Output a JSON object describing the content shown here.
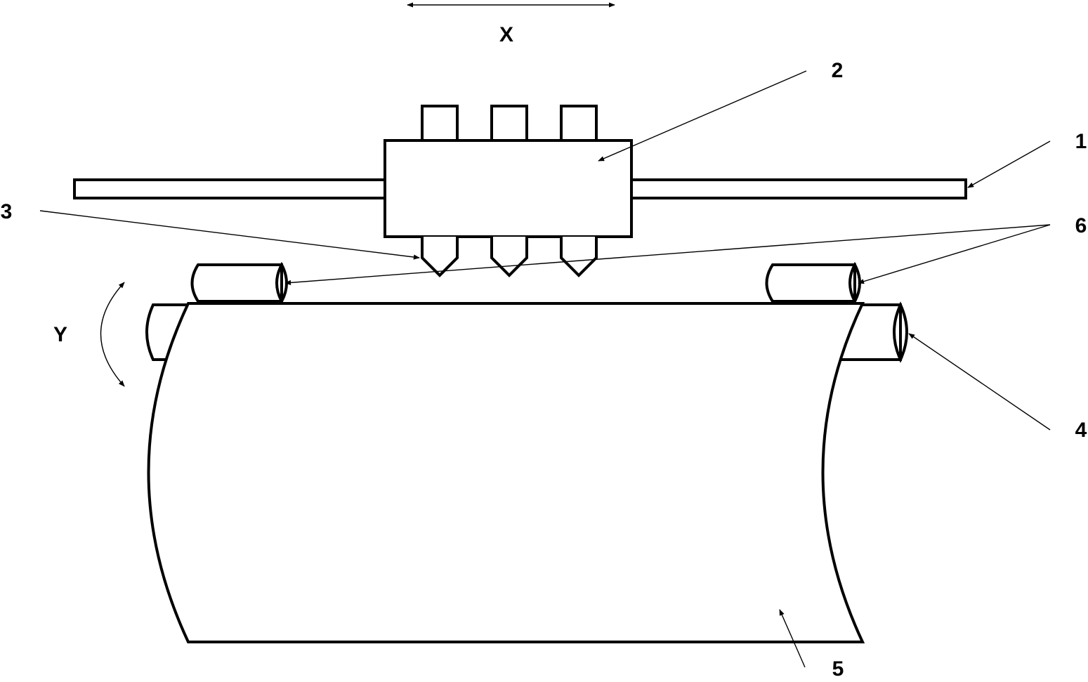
{
  "colors": {
    "line": "#000000",
    "background": "#ffffff"
  },
  "labels": {
    "x_axis": "X",
    "y_axis": "Y",
    "ref_1": "1",
    "ref_2": "2",
    "ref_3": "3",
    "ref_4": "4",
    "ref_5": "5",
    "ref_6": "6"
  }
}
